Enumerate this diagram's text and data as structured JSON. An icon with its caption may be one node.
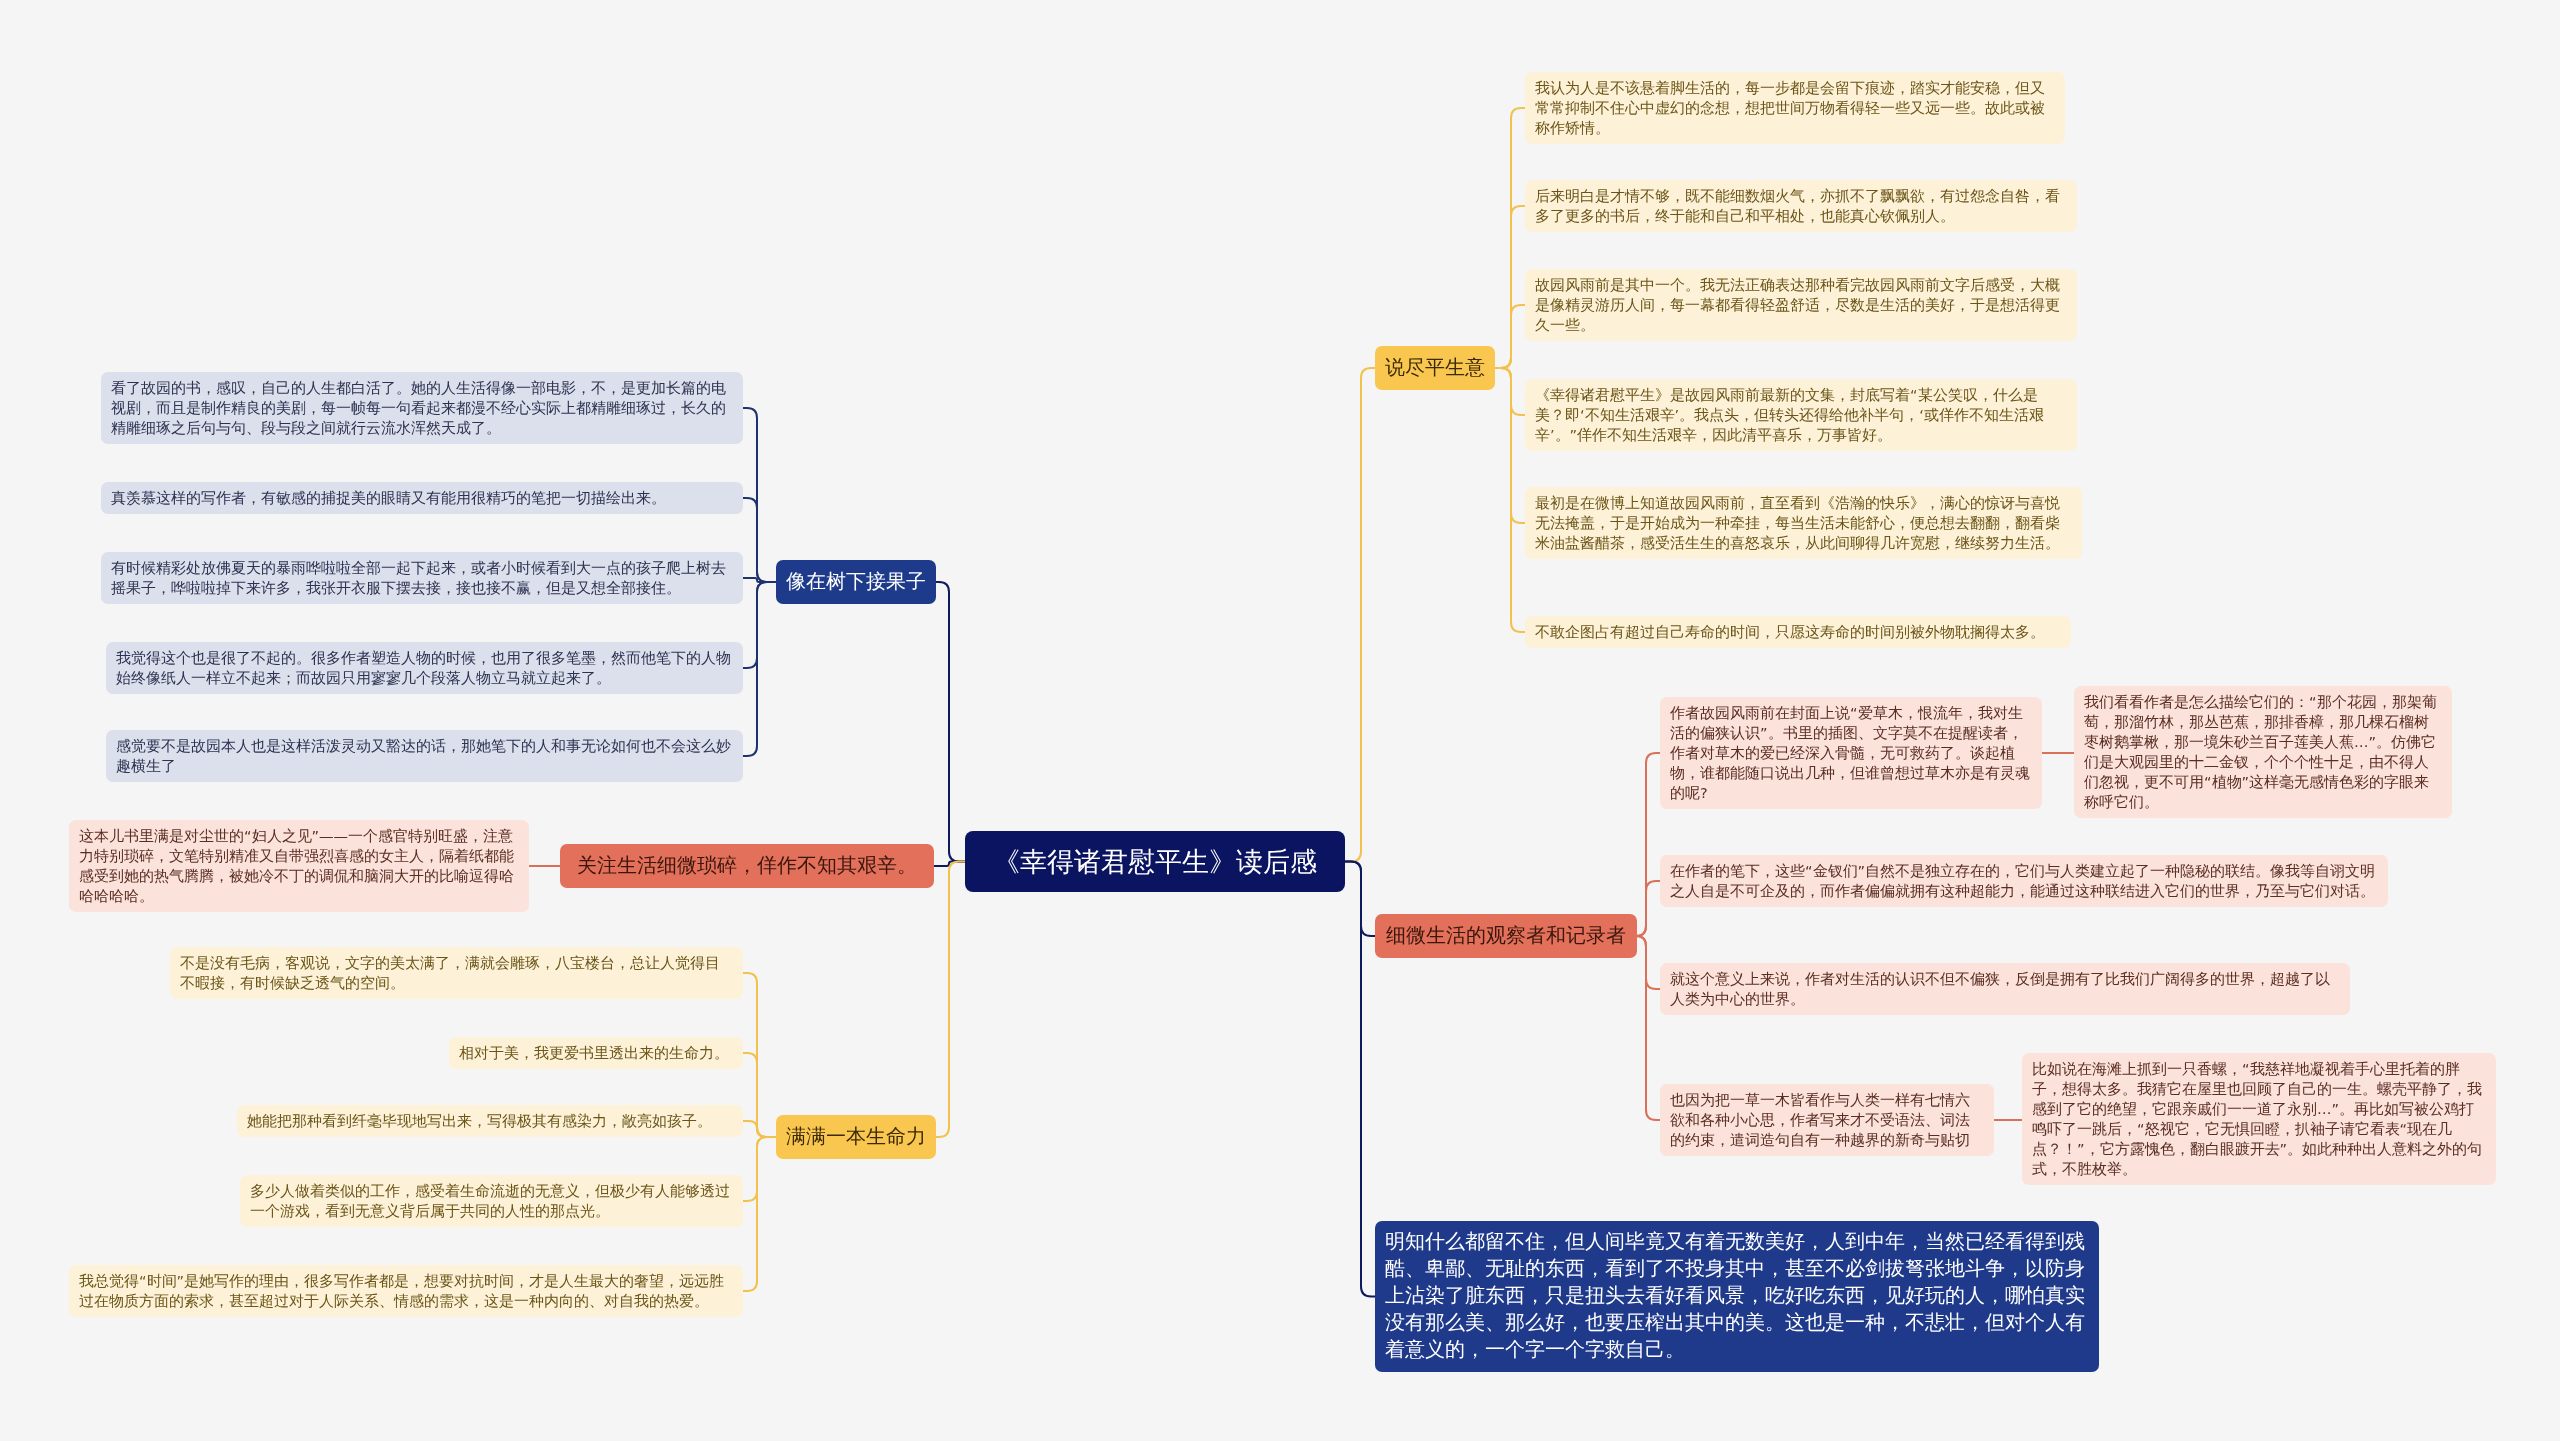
{
  "diagram": {
    "nodes": [
      {
        "text": [
          "《幸得诸君慰平生》读后感"
        ]
      },
      {
        "text": [
          "说尽平生意"
        ]
      },
      {
        "text": [
          "我认为人是不该悬着脚生活的，每一步都是会留下痕迹，踏实才能安稳，但又常常抑制不住心中虚幻的念想，想把世间万物看得轻一些又远一些。故此或被称作矫情。"
        ]
      },
      {
        "text": [
          "后来明白是才情不够，既不能细数烟火气，亦抓不了飘飘欲，有过怨念自咎，看多了更多的书后，终于能和自己和平相处，也能真心钦佩别人。"
        ]
      },
      {
        "text": [
          "故园风雨前是其中一个。我无法正确表达那种看完故园风雨前文字后感受，大概是像精灵游历人间，每一幕都看得轻盈舒适，尽数是生活的美好，于是想活得更久一些。"
        ]
      },
      {
        "text": [
          "《幸得诸君慰平生》是故园风雨前最新的文集，封底写着“某公笑叹，什么是美？即‘不知生活艰辛’。我点头，但转头还得给他补半句，‘或佯作不知生活艰辛’。”佯作不知生活艰辛，因此清平喜乐，万事皆好。"
        ]
      },
      {
        "text": [
          "最初是在微博上知道故园风雨前，直至看到《浩瀚的快乐》，满心的惊讶与喜悦无法掩盖，于是开始成为一种牵挂，每当生活未能舒心，便总想去翻翻，翻看柴米油盐酱醋茶，感受活生生的喜怒哀乐，从此间聊得几许宽慰，继续努力生活。"
        ]
      },
      {
        "text": [
          "不敢企图占有超过自己寿命的时间，只愿这寿命的时间别被外物耽搁得太多。"
        ]
      },
      {
        "text": [
          "细微生活的观察者和记录者"
        ]
      },
      {
        "text": [
          "作者故园风雨前在封面上说“爱草木，恨流年，我对生活的偏狭认识”。书里的插图、文字莫不在提醒读者，作者对草木的爱已经深入骨髓，无可救药了。谈起植物，谁都能随口说出几种，但谁曾想过草木亦是有灵魂的呢?"
        ]
      },
      {
        "text": [
          "我们看看作者是怎么描绘它们的：“那个花园，那架葡萄，那溜竹林，那丛芭蕉，那排香樟，那几棵石榴树枣树鹅掌楸，那一境朱砂兰百子莲美人蕉…”。仿佛它们是大观园里的十二金钗，个个个性十足，由不得人们忽视，更不可用“植物”这样毫无感情色彩的字眼来称呼它们。"
        ]
      },
      {
        "text": [
          "在作者的笔下，这些“金钗们”自然不是独立存在的，它们与人类建立起了一种隐秘的联结。像我等自诩文明之人自是不可企及的，而作者偏偏就拥有这种超能力，能通过这种联结进入它们的世界，乃至与它们对话。"
        ]
      },
      {
        "text": [
          "就这个意义上来说，作者对生活的认识不但不偏狭，反倒是拥有了比我们广阔得多的世界，超越了以人类为中心的世界。"
        ]
      },
      {
        "text": [
          "也因为把一草一木皆看作与人类一样有七情六欲和各种小心思，作者写来才不受语法、词法的约束，遣词造句自有一种越界的新奇与贴切"
        ]
      },
      {
        "text": [
          "比如说在海滩上抓到一只香螺，“我慈祥地凝视着手心里托着的胖子，想得太多。我猜它在屋里也回顾了自己的一生。螺壳平静了，我感到了它的绝望，它跟亲戚们一一道了永别…”。再比如写被公鸡打鸣吓了一跳后，“怒视它，它无惧回瞪，扒袖子请它看表“现在几点？！”，它方露愧色，翻白眼踱开去”。如此种种出人意料之外的句式，不胜枚举。"
        ]
      },
      {
        "text": [
          "明知什么都留不住，但人间毕竟又有着无数美好，人到中年，当然已经看得到残酷、卑鄙、无耻的东西，看到了不投身其中，甚至不必剑拔弩张地斗争，以防身上沾染了脏东西，只是扭头去看好看风景，吃好吃东西，见好玩的人，哪怕真实没有那么美、那么好，也要压榨出其中的美。这也是一种，不悲壮，但对个人有着意义的，一个字一个字救自己。"
        ]
      },
      {
        "text": [
          "像在树下接果子"
        ]
      },
      {
        "text": [
          "看了故园的书，感叹，自己的人生都白活了。她的人生活得像一部电影，不，是更加长篇的电视剧，而且是制作精良的美剧，每一帧每一句看起来都漫不经心实际上都精雕细琢过，长久的精雕细琢之后句与句、段与段之间就行云流水浑然天成了。"
        ]
      },
      {
        "text": [
          "真羡慕这样的写作者，有敏感的捕捉美的眼睛又有能用很精巧的笔把一切描绘出来。"
        ]
      },
      {
        "text": [
          "有时候精彩处放佛夏天的暴雨哗啦啦全部一起下起来，或者小时候看到大一点的孩子爬上树去摇果子，哗啦啦掉下来许多，我张开衣服下摆去接，接也接不赢，但是又想全部接住。"
        ]
      },
      {
        "text": [
          "我觉得这个也是很了不起的。很多作者塑造人物的时候，也用了很多笔墨，然而他笔下的人物始终像纸人一样立不起来；而故园只用寥寥几个段落人物立马就立起来了。"
        ]
      },
      {
        "text": [
          "感觉要不是故园本人也是这样活泼灵动又豁达的话，那她笔下的人和事无论如何也不会这么妙趣横生了"
        ]
      },
      {
        "text": [
          "关注生活细微琐碎，佯作不知其艰辛。"
        ]
      },
      {
        "text": [
          "这本儿书里满是对尘世的“妇人之见”——一个感官特别旺盛，注意力特别琐碎，文笔特别精准又自带强烈喜感的女主人，隔着纸都能感受到她的热气腾腾，被她冷不丁的调侃和脑洞大开的比喻逗得哈哈哈哈哈。"
        ]
      },
      {
        "text": [
          "满满一本生命力"
        ]
      },
      {
        "text": [
          "不是没有毛病，客观说，文字的美太满了，满就会雕琢，八宝楼台，总让人觉得目不暇接，有时候缺乏透气的空间。"
        ]
      },
      {
        "text": [
          "相对于美，我更爱书里透出来的生命力。"
        ]
      },
      {
        "text": [
          "她能把那种看到纤毫毕现地写出来，写得极其有感染力，敞亮如孩子。"
        ]
      },
      {
        "text": [
          "多少人做着类似的工作，感受着生命流逝的无意义，但极少有人能够透过一个游戏，看到无意义背后属于共同的人性的那点光。"
        ]
      },
      {
        "text": [
          "我总觉得“时间”是她写作的理由，很多写作者都是，想要对抗时间，才是人生最大的奢望，远远胜过在物质方面的索求，甚至超过对于人际关系、情感的需求，这是一种内向的、对自我的热爱。"
        ]
      }
    ],
    "edges": [
      {
        "from": 0,
        "to": 1,
        "arrow": "none",
        "color": "#f2c14e"
      },
      {
        "from": 1,
        "to": 2,
        "arrow": "none",
        "color": "#f2c14e"
      },
      {
        "from": 1,
        "to": 3,
        "arrow": "none",
        "color": "#f2c14e"
      },
      {
        "from": 1,
        "to": 4,
        "arrow": "none",
        "color": "#f2c14e"
      },
      {
        "from": 1,
        "to": 5,
        "arrow": "none",
        "color": "#f2c14e"
      },
      {
        "from": 1,
        "to": 6,
        "arrow": "none",
        "color": "#f2c14e"
      },
      {
        "from": 1,
        "to": 7,
        "arrow": "none",
        "color": "#f2c14e"
      },
      {
        "from": 0,
        "to": 8,
        "arrow": "none",
        "color": "#0d1a5e"
      },
      {
        "from": 8,
        "to": 9,
        "arrow": "none",
        "color": "#d9705a"
      },
      {
        "from": 9,
        "to": 10,
        "arrow": "none",
        "color": "#d9705a"
      },
      {
        "from": 8,
        "to": 11,
        "arrow": "none",
        "color": "#d9705a"
      },
      {
        "from": 8,
        "to": 12,
        "arrow": "none",
        "color": "#d9705a"
      },
      {
        "from": 8,
        "to": 13,
        "arrow": "none",
        "color": "#d9705a"
      },
      {
        "from": 13,
        "to": 14,
        "arrow": "none",
        "color": "#d9705a"
      },
      {
        "from": 0,
        "to": 15,
        "arrow": "none",
        "color": "#0d1a5e"
      },
      {
        "from": 0,
        "to": 16,
        "arrow": "none",
        "color": "#0d1a5e"
      },
      {
        "from": 16,
        "to": 17,
        "arrow": "none",
        "color": "#1e3270"
      },
      {
        "from": 16,
        "to": 18,
        "arrow": "none",
        "color": "#1e3270"
      },
      {
        "from": 16,
        "to": 19,
        "arrow": "none",
        "color": "#1e3270"
      },
      {
        "from": 16,
        "to": 20,
        "arrow": "none",
        "color": "#1e3270"
      },
      {
        "from": 16,
        "to": 21,
        "arrow": "none",
        "color": "#1e3270"
      },
      {
        "from": 0,
        "to": 22,
        "arrow": "none",
        "color": "#0d1a5e"
      },
      {
        "from": 22,
        "to": 23,
        "arrow": "none",
        "color": "#d9705a"
      },
      {
        "from": 0,
        "to": 24,
        "arrow": "none",
        "color": "#f2c14e"
      },
      {
        "from": 24,
        "to": 25,
        "arrow": "none",
        "color": "#f2c14e"
      },
      {
        "from": 24,
        "to": 26,
        "arrow": "none",
        "color": "#f2c14e"
      },
      {
        "from": 24,
        "to": 27,
        "arrow": "none",
        "color": "#f2c14e"
      },
      {
        "from": 24,
        "to": 28,
        "arrow": "none",
        "color": "#f2c14e"
      },
      {
        "from": 24,
        "to": 29,
        "arrow": "none",
        "color": "#f2c14e"
      }
    ]
  }
}
